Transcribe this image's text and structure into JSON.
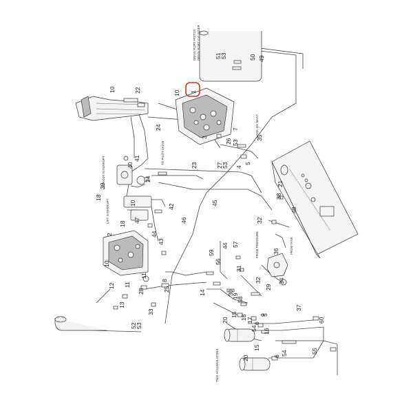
{
  "diagram": {
    "highlight_color": "#d0302c",
    "highlighted_callout": "1",
    "callouts": [
      "51",
      "53",
      "50",
      "49",
      "10",
      "22",
      "10",
      "1",
      "24",
      "3",
      "7",
      "26",
      "53",
      "35",
      "27",
      "53",
      "4",
      "5",
      "40",
      "41",
      "18",
      "39",
      "24",
      "23",
      "45",
      "42",
      "21",
      "38",
      "48",
      "10",
      "47",
      "18",
      "46",
      "32",
      "2",
      "44",
      "43",
      "59",
      "44",
      "57",
      "56",
      "36",
      "10",
      "31",
      "8",
      "11",
      "12",
      "28",
      "25",
      "32",
      "34",
      "29",
      "14",
      "30",
      "19",
      "5",
      "58",
      "13",
      "11",
      "20",
      "15",
      "18",
      "17",
      "9",
      "6",
      "54",
      "33",
      "52",
      "53",
      "37",
      "60",
      "20",
      "15",
      "16",
      "6",
      "54",
      "55"
    ],
    "side_labels": [
      {
        "text": "DRAIN PORT PISTON",
        "icon": "leader-label"
      },
      {
        "text": "DRAIN PORT CYLINDER",
        "icon": "leader-label"
      },
      {
        "text": "TO PILOT VALVE",
        "icon": "leader-label"
      },
      {
        "text": "LOCKOUT INTERRUPT",
        "icon": "leader-label"
      },
      {
        "text": "LIFT INTERRUPT",
        "icon": "leader-label"
      },
      {
        "text": "FROM PRESSURE",
        "icon": "leader-label"
      },
      {
        "text": "FROM TANK",
        "icon": "leader-label"
      },
      {
        "text": "LOCK ON MAST",
        "icon": "leader-label"
      },
      {
        "text": "TWO ACCUMULATORS",
        "icon": "leader-label"
      }
    ]
  }
}
